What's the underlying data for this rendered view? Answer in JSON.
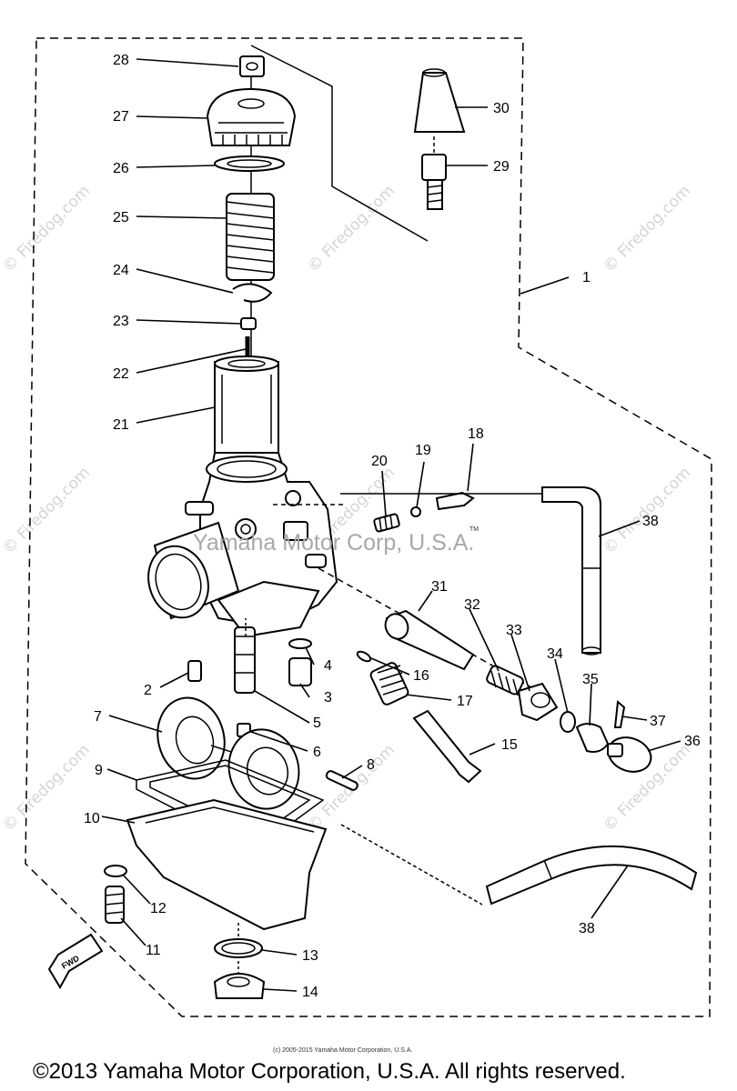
{
  "diagram": {
    "callouts": [
      "1",
      "2",
      "3",
      "4",
      "5",
      "6",
      "7",
      "8",
      "9",
      "10",
      "11",
      "12",
      "13",
      "14",
      "15",
      "16",
      "17",
      "18",
      "19",
      "20",
      "21",
      "22",
      "23",
      "24",
      "25",
      "26",
      "27",
      "28",
      "29",
      "30",
      "31",
      "32",
      "33",
      "34",
      "35",
      "36",
      "37",
      "38",
      "38"
    ],
    "watermark": "© Firedog.com",
    "overlay_text": "Yamaha Motor Corp, U.S.A.",
    "overlay_tm": "TM",
    "fwd_label": "FWD"
  },
  "footer": {
    "small_notice": "(c) 2005-2015 Yamaha Motor Corporation, U.S.A.",
    "copyright": "©2013 Yamaha Motor Corporation, U.S.A. All rights reserved."
  }
}
